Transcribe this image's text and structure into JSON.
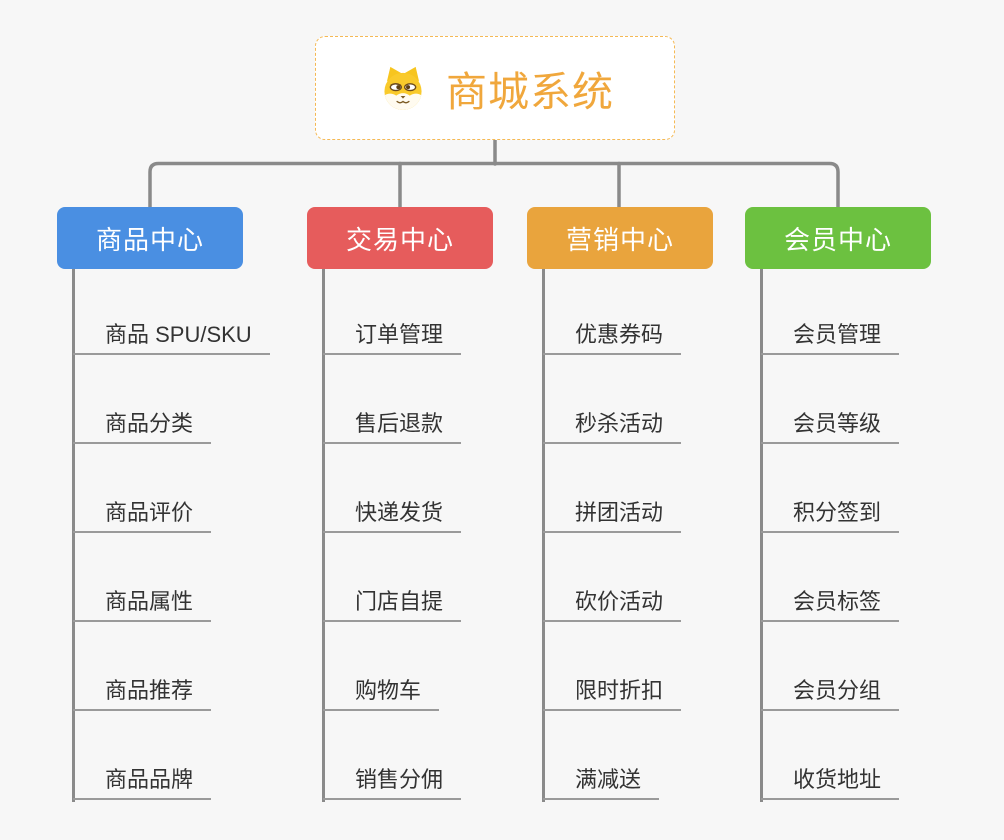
{
  "page": {
    "background": "#f7f7f7"
  },
  "root": {
    "title": "商城系统",
    "icon": "shiba-dog-icon",
    "accent": "#f0a73c",
    "border": "#f5b954"
  },
  "connectors": {
    "color": "#8a8a8a"
  },
  "branches": [
    {
      "label": "商品中心",
      "color": "#4a8fe2",
      "children": [
        "商品 SPU/SKU",
        "商品分类",
        "商品评价",
        "商品属性",
        "商品推荐",
        "商品品牌"
      ]
    },
    {
      "label": "交易中心",
      "color": "#e65c5c",
      "children": [
        "订单管理",
        "售后退款",
        "快递发货",
        "门店自提",
        "购物车",
        "销售分佣"
      ]
    },
    {
      "label": "营销中心",
      "color": "#e9a43d",
      "children": [
        "优惠券码",
        "秒杀活动",
        "拼团活动",
        "砍价活动",
        "限时折扣",
        "满减送"
      ]
    },
    {
      "label": "会员中心",
      "color": "#6cc140",
      "children": [
        "会员管理",
        "会员等级",
        "积分签到",
        "会员标签",
        "会员分组",
        "收货地址"
      ]
    }
  ]
}
